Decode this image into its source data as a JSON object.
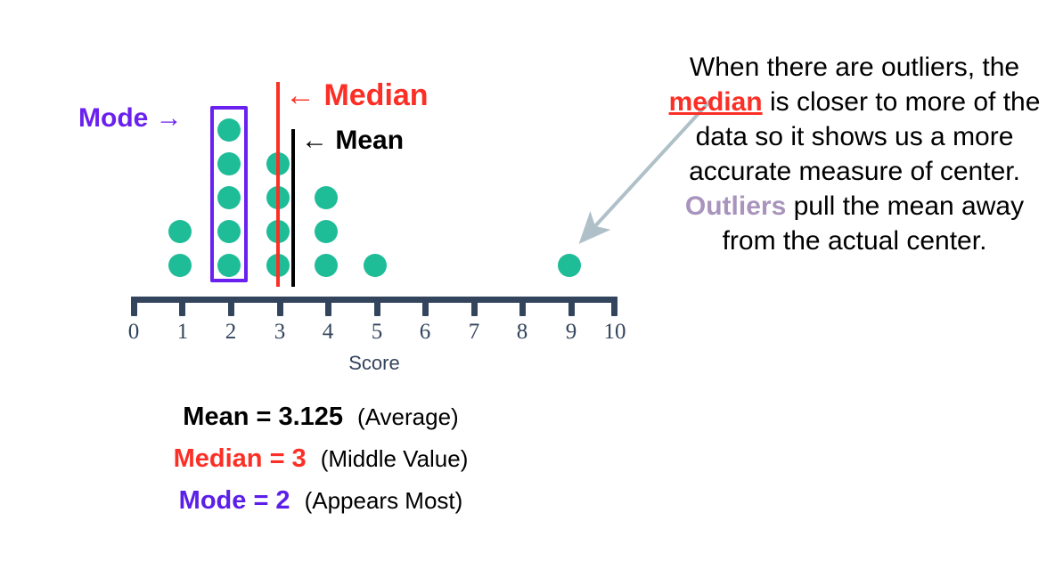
{
  "chart_data": {
    "type": "dotplot",
    "title": "",
    "xlabel": "Score",
    "ylabel": "",
    "xlim": [
      0,
      10
    ],
    "grid": false,
    "categories": [
      0,
      1,
      2,
      3,
      4,
      5,
      6,
      7,
      8,
      9,
      10
    ],
    "tick_labels": [
      "0",
      "1",
      "2",
      "3",
      "4",
      "5",
      "6",
      "7",
      "8",
      "9",
      "10"
    ],
    "values": [
      0,
      2,
      5,
      4,
      3,
      1,
      0,
      0,
      0,
      1,
      0
    ],
    "dataset": [
      1,
      1,
      2,
      2,
      2,
      2,
      2,
      3,
      3,
      3,
      3,
      4,
      4,
      4,
      5,
      9
    ],
    "n": 16,
    "dot_color": "#1FBC98",
    "axis_color": "#33455C",
    "markers": [
      {
        "name": "median",
        "value": 3,
        "color": "#FC2F26",
        "label": "← Median"
      },
      {
        "name": "mean",
        "value": 3.125,
        "color": "#000000",
        "label": "← Mean"
      },
      {
        "name": "mode",
        "value": 2,
        "color": "#6A20EE",
        "label": "Mode →"
      }
    ],
    "annotations": [
      {
        "name": "outlier-callout",
        "points_to": 9,
        "color": "#AFC0C8"
      }
    ]
  },
  "labels": {
    "mode": "Mode →",
    "median": "← Median",
    "mean": "← Mean",
    "axis_title": "Score"
  },
  "legend": {
    "rows": [
      {
        "stat": "Mean = 3.125",
        "note": "(Average)",
        "color_class": "mean-c"
      },
      {
        "stat": "Median = 3",
        "note": "(Middle Value)",
        "color_class": "median-c"
      },
      {
        "stat": "Mode = 2",
        "note": "(Appears Most)",
        "color_class": "mode-c"
      }
    ]
  },
  "explanation": {
    "part1": "When there are outliers,\nthe ",
    "median_word": "median",
    "part2": " is closer to more of the data so it shows us a more accurate measure of center. ",
    "outliers_word": "Outliers",
    "part3": " pull the mean away from the actual center."
  }
}
